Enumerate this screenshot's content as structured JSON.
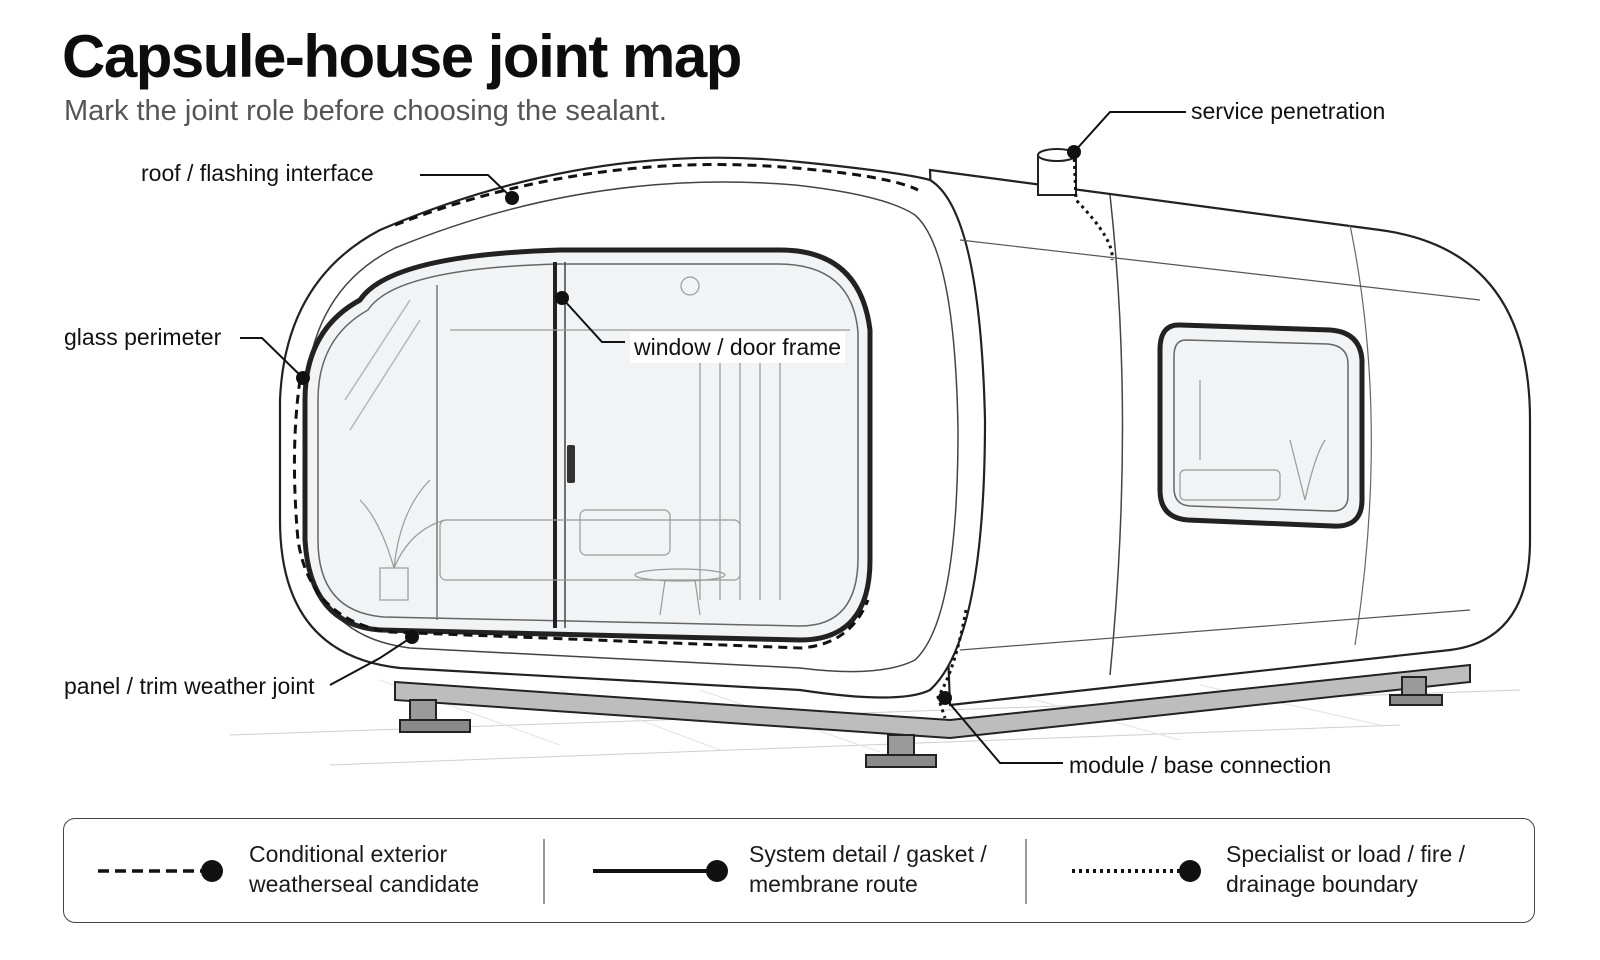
{
  "header": {
    "title": "Capsule-house joint map",
    "subtitle": "Mark the joint role before choosing the sealant."
  },
  "callouts": {
    "roof": "roof / flashing interface",
    "service": "service penetration",
    "glass": "glass perimeter",
    "window": "window / door frame",
    "panel": "panel / trim weather joint",
    "module": "module / base connection"
  },
  "legend": {
    "items": [
      {
        "line_style": "dashed",
        "line1": "Conditional exterior",
        "line2": "weatherseal candidate"
      },
      {
        "line_style": "solid",
        "line1": "System detail / gasket /",
        "line2": "membrane route"
      },
      {
        "line_style": "dotted",
        "line1": "Specialist or load / fire /",
        "line2": "drainage boundary"
      }
    ]
  },
  "colors": {
    "ink": "#111111",
    "stroke": "#222222",
    "glass": "#f1f3f4",
    "body": "#ffffff",
    "shadow": "#eeeeee"
  }
}
